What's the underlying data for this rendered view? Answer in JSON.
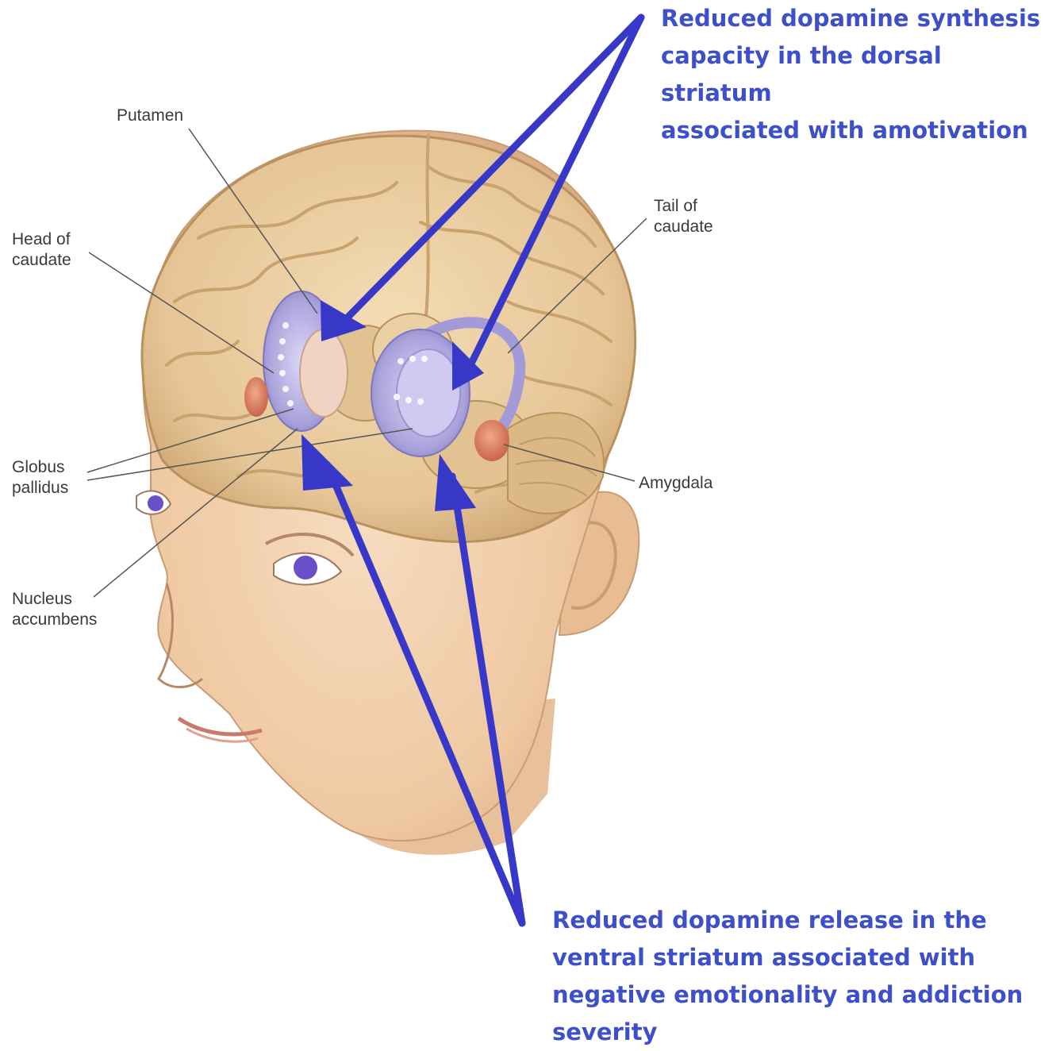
{
  "colors": {
    "arrow": "#3838c8",
    "callout_text": "#3d4fc9",
    "label_text": "#3a3a3a",
    "skin": "#f2cfa8",
    "brain": "#e8c99a",
    "striatum": "#b9b4e6",
    "amygdala": "#d97a60"
  },
  "labels": {
    "putamen": "Putamen",
    "head_of_caudate": "Head of\ncaudate",
    "tail_of_caudate": "Tail of\ncaudate",
    "globus_pallidus": "Globus\npallidus",
    "amygdala": "Amygdala",
    "nucleus_accumbens": "Nucleus\naccumbens"
  },
  "callouts": {
    "dorsal": "Reduced dopamine synthesis\ncapacity in the dorsal striatum\nassociated with amotivation",
    "ventral": "Reduced dopamine release in the\nventral striatum associated with\nnegative emotionality and addiction\nseverity"
  }
}
